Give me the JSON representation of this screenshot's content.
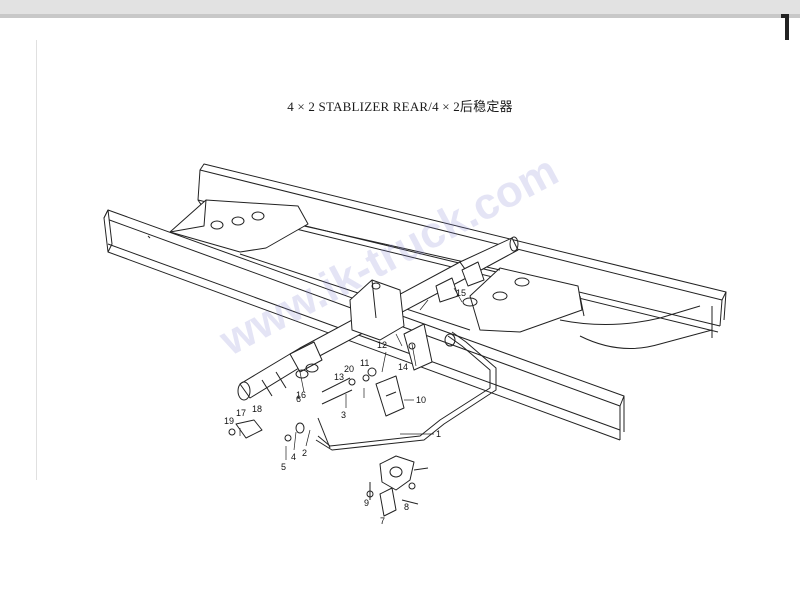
{
  "title": "4 × 2 STABLIZER REAR/4 × 2后稳定器",
  "watermark": "www.ik-truck.com",
  "callouts": [
    "1",
    "2",
    "3",
    "4",
    "5",
    "6",
    "7",
    "8",
    "9",
    "10",
    "11",
    "12",
    "13",
    "14",
    "15",
    "16",
    "17",
    "18",
    "19",
    "20"
  ]
}
